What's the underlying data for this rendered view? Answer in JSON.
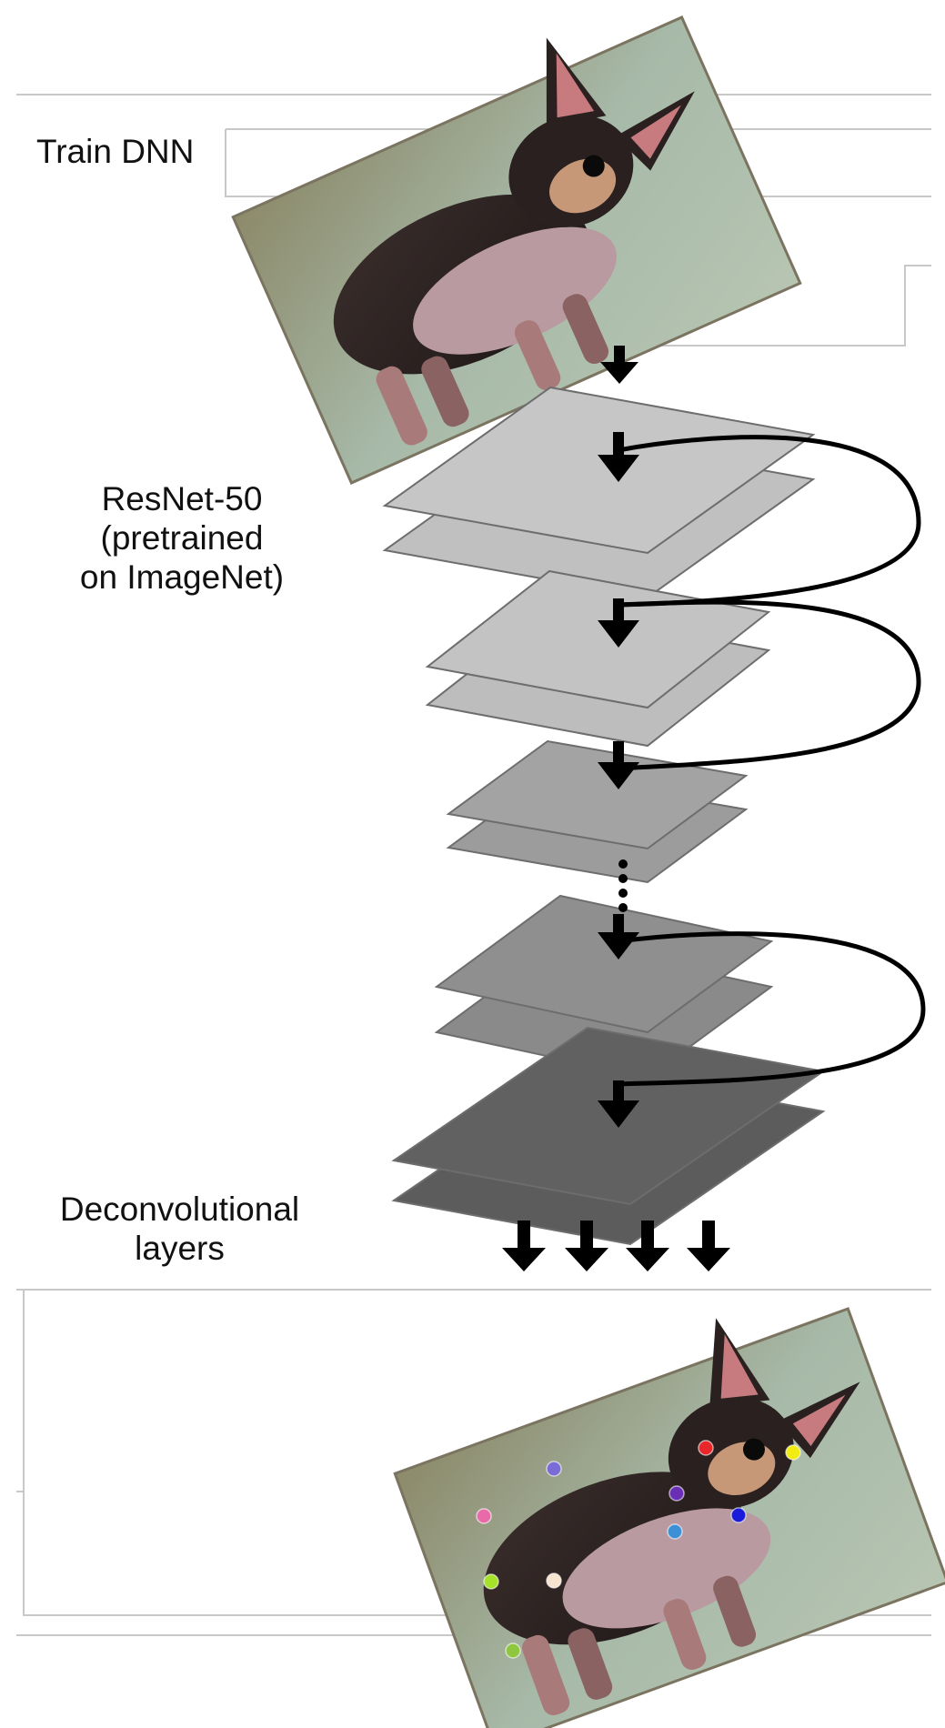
{
  "labels": {
    "train": "Train DNN",
    "resnet": [
      "ResNet-50",
      "(pretrained",
      "on ImageNet)"
    ],
    "deconv": [
      "Deconvolutional",
      "layers"
    ]
  },
  "keypoint_colors": [
    "#e8272a",
    "#f2ec12",
    "#6b2fb5",
    "#1a1adb",
    "#3d8fd6",
    "#7b6bd6",
    "#e86aa8",
    "#a6e22a",
    "#f7e4d0",
    "#8ec63f"
  ]
}
